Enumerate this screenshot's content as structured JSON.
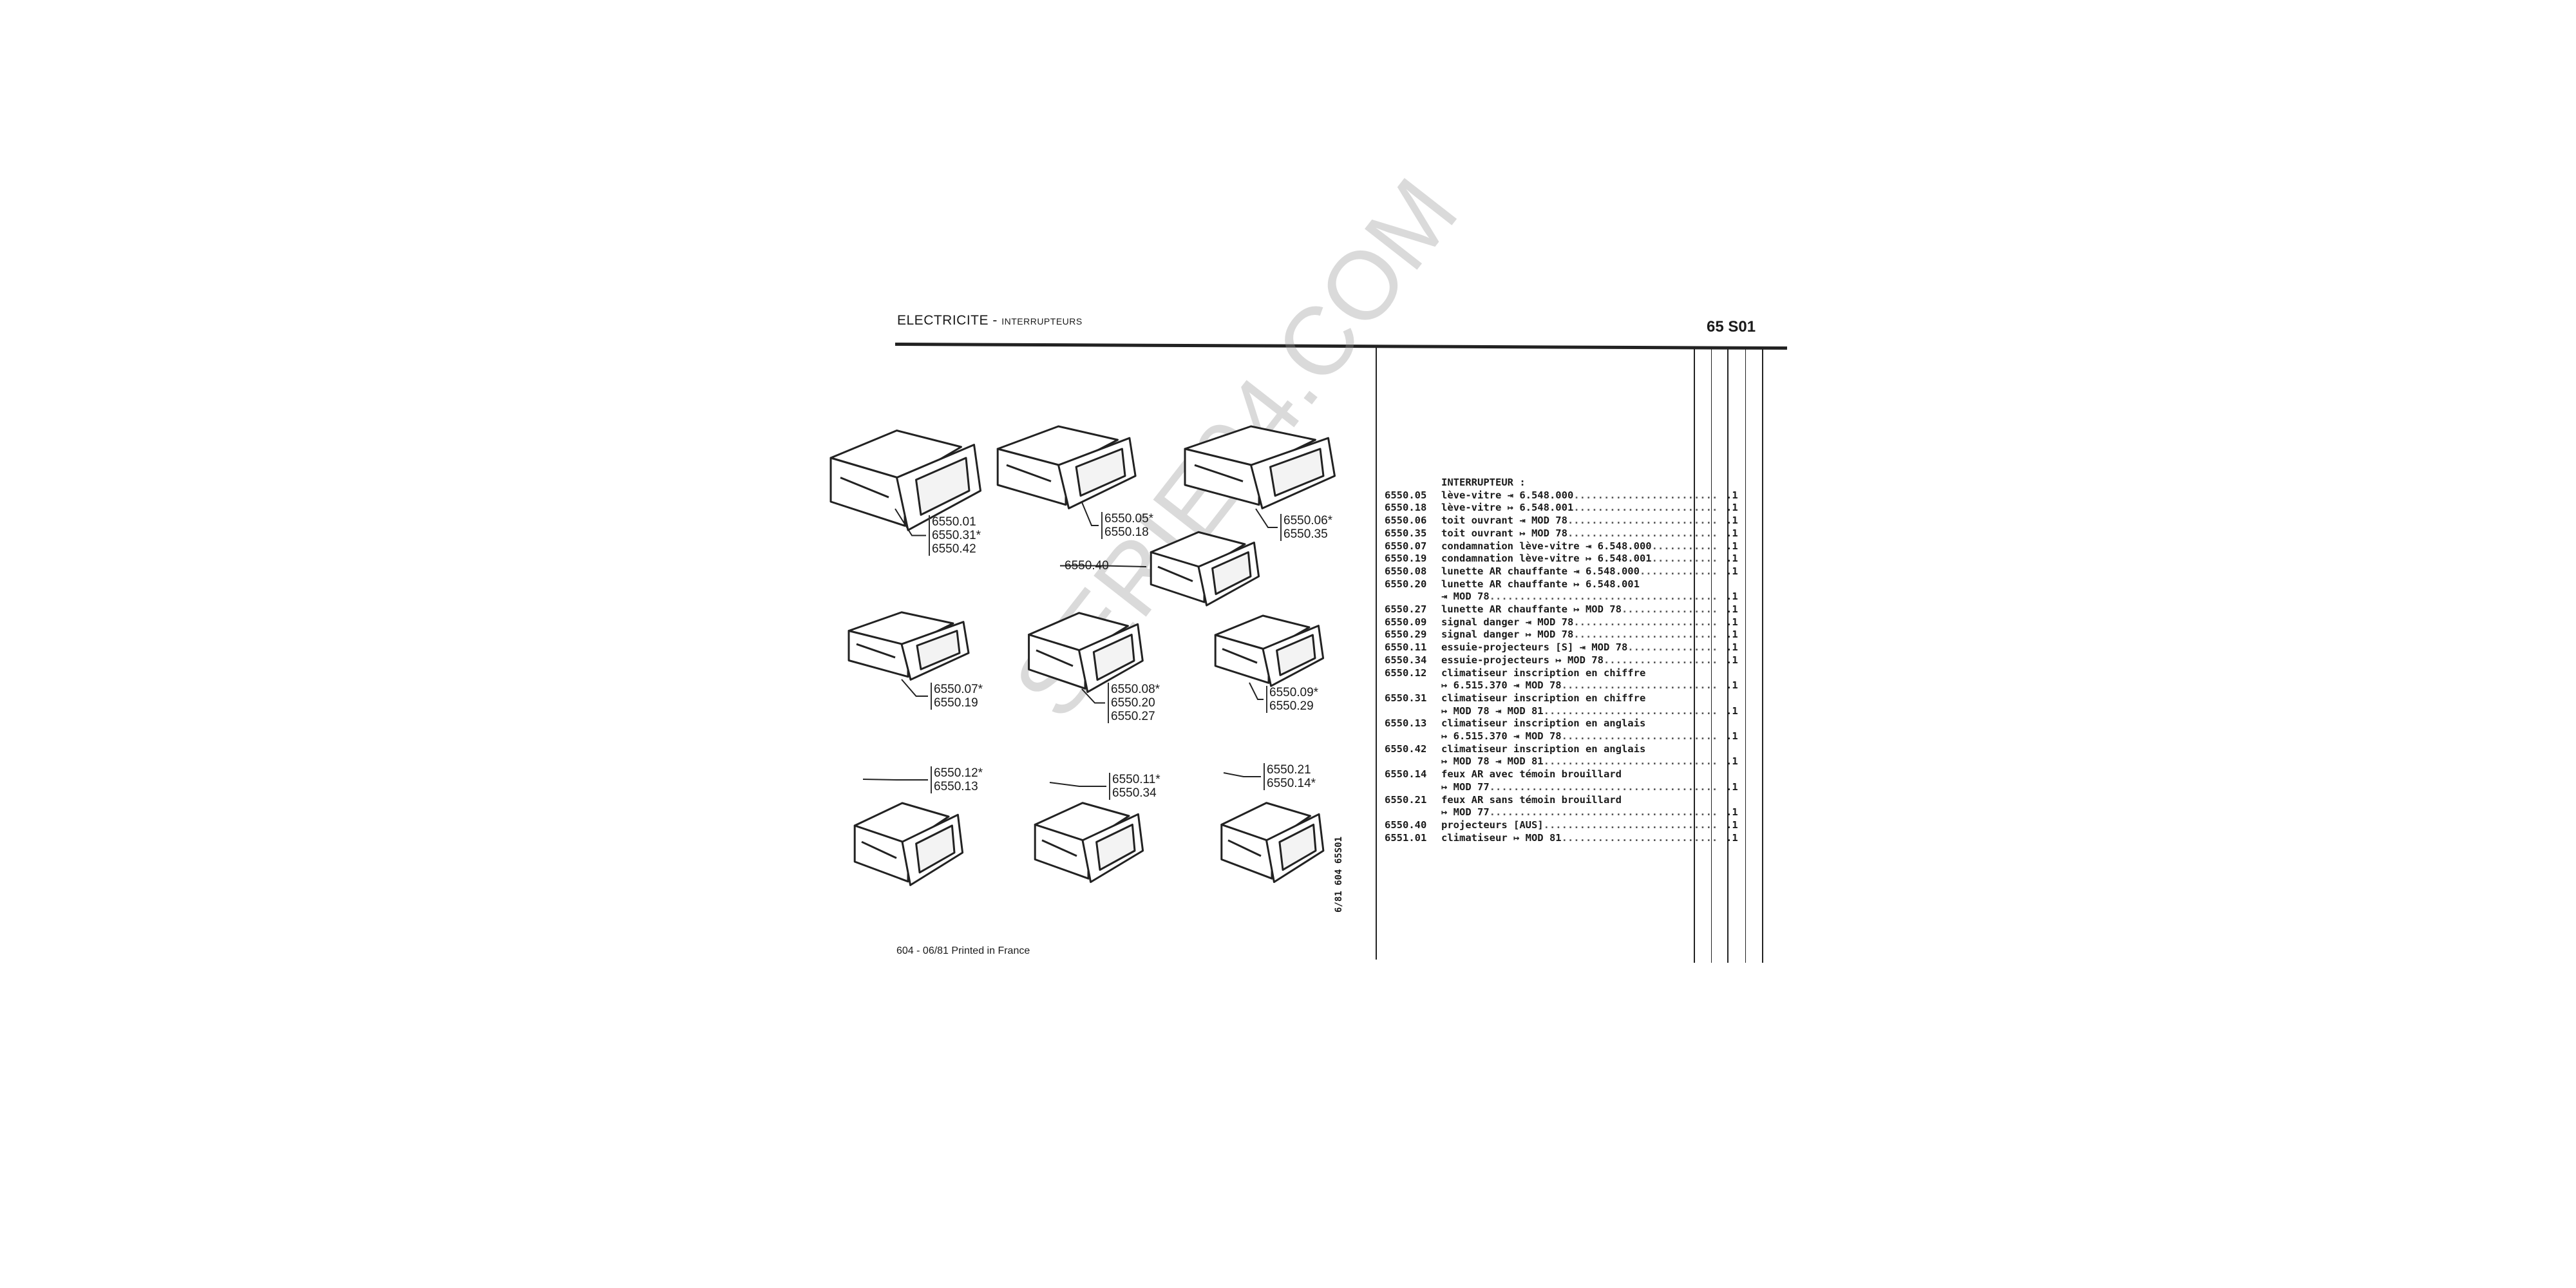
{
  "header": {
    "title": "ELECTRICITE",
    "separator": " - ",
    "subtitle": "INTERRUPTEURS",
    "ref": "65 S01"
  },
  "footer": {
    "printed": "604 - 06/81 Printed in France",
    "vertical_ref": "6/81  604  65S01"
  },
  "watermark": "SERIE04.COM",
  "diagram_labels": [
    {
      "lines": [
        "6550.01",
        "6550.31*",
        "6550.42"
      ]
    },
    {
      "lines": [
        "6550.05*",
        "6550.18"
      ]
    },
    {
      "lines": [
        "6550.06*",
        "6550.35"
      ]
    },
    {
      "lines": [
        "6550.40"
      ]
    },
    {
      "lines": [
        "6550.07*",
        "6550.19"
      ]
    },
    {
      "lines": [
        "6550.08*",
        "6550.20",
        "6550.27"
      ]
    },
    {
      "lines": [
        "6550.09*",
        "6550.29"
      ]
    },
    {
      "lines": [
        "6550.12*",
        "6550.13"
      ]
    },
    {
      "lines": [
        "6550.11*",
        "6550.34"
      ]
    },
    {
      "lines": [
        "6550.21",
        "6550.14*"
      ]
    }
  ],
  "list": {
    "heading": "INTERRUPTEUR :",
    "items": [
      {
        "num": "6550.05",
        "lines": [
          "lève-vitre ⇥ 6.548.000"
        ],
        "qty": ".1"
      },
      {
        "num": "6550.18",
        "lines": [
          "lève-vitre ↦ 6.548.001"
        ],
        "qty": ".1"
      },
      {
        "num": "6550.06",
        "lines": [
          "toit ouvrant ⇥ MOD 78"
        ],
        "qty": ".1"
      },
      {
        "num": "6550.35",
        "lines": [
          "toit ouvrant ↦ MOD 78"
        ],
        "qty": ".1"
      },
      {
        "num": "6550.07",
        "lines": [
          "condamnation lève-vitre ⇥ 6.548.000"
        ],
        "qty": ".1"
      },
      {
        "num": "6550.19",
        "lines": [
          "condamnation lève-vitre ↦ 6.548.001"
        ],
        "qty": ".1"
      },
      {
        "num": "6550.08",
        "lines": [
          "lunette AR chauffante ⇥ 6.548.000"
        ],
        "qty": ".1"
      },
      {
        "num": "6550.20",
        "lines": [
          "lunette AR chauffante ↦ 6.548.001",
          "⇥ MOD 78"
        ],
        "qty": ".1"
      },
      {
        "num": "6550.27",
        "lines": [
          "lunette AR chauffante ↦ MOD 78"
        ],
        "qty": ".1"
      },
      {
        "num": "6550.09",
        "lines": [
          "signal danger ⇥ MOD 78"
        ],
        "qty": ".1"
      },
      {
        "num": "6550.29",
        "lines": [
          "signal danger ↦ MOD 78"
        ],
        "qty": ".1"
      },
      {
        "num": "6550.11",
        "lines": [
          "essuie-projecteurs [S] ⇥ MOD 78"
        ],
        "qty": ".1"
      },
      {
        "num": "6550.34",
        "lines": [
          "essuie-projecteurs ↦ MOD 78"
        ],
        "qty": ".1"
      },
      {
        "num": "6550.12",
        "lines": [
          "climatiseur inscription en chiffre",
          "↦ 6.515.370 ⇥ MOD 78"
        ],
        "qty": ".1"
      },
      {
        "num": "6550.31",
        "lines": [
          "climatiseur inscription en chiffre",
          "↦ MOD 78 ⇥ MOD 81"
        ],
        "qty": ".1"
      },
      {
        "num": "6550.13",
        "lines": [
          "climatiseur inscription en anglais",
          "↦ 6.515.370 ⇥ MOD 78"
        ],
        "qty": ".1"
      },
      {
        "num": "6550.42",
        "lines": [
          "climatiseur inscription en anglais",
          "↦ MOD 78 ⇥ MOD 81"
        ],
        "qty": ".1"
      },
      {
        "num": "6550.14",
        "lines": [
          "feux AR avec témoin brouillard",
          "↦ MOD 77"
        ],
        "qty": ".1"
      },
      {
        "num": "6550.21",
        "lines": [
          "feux AR sans témoin brouillard",
          "↦ MOD 77"
        ],
        "qty": ".1"
      },
      {
        "num": "6550.40",
        "lines": [
          "projecteurs [AUS]"
        ],
        "qty": ".1"
      },
      {
        "num": "6551.01",
        "lines": [
          "climatiseur ↦ MOD 81"
        ],
        "qty": ".1"
      }
    ]
  }
}
